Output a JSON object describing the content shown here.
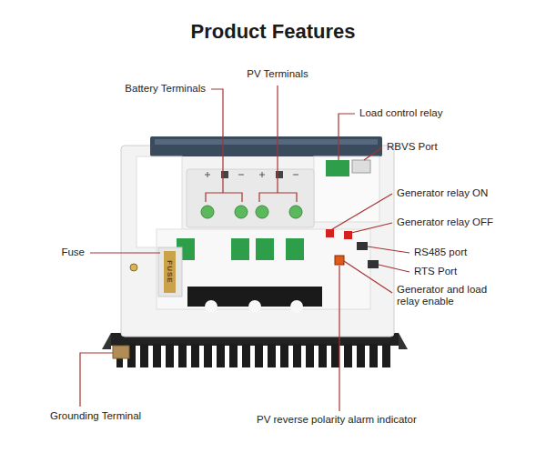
{
  "diagram": {
    "title": "Product Features",
    "labels": [
      "Battery Terminals",
      "PV Terminals",
      "Load control relay",
      "RBVS Port",
      "Generator relay ON",
      "Generator relay OFF",
      "RS485 port",
      "RTS Port",
      "Generator and load relay enable",
      "Fuse",
      "Grounding Terminal",
      "PV reverse polarity alarm indicator",
      "FUSE"
    ]
  }
}
